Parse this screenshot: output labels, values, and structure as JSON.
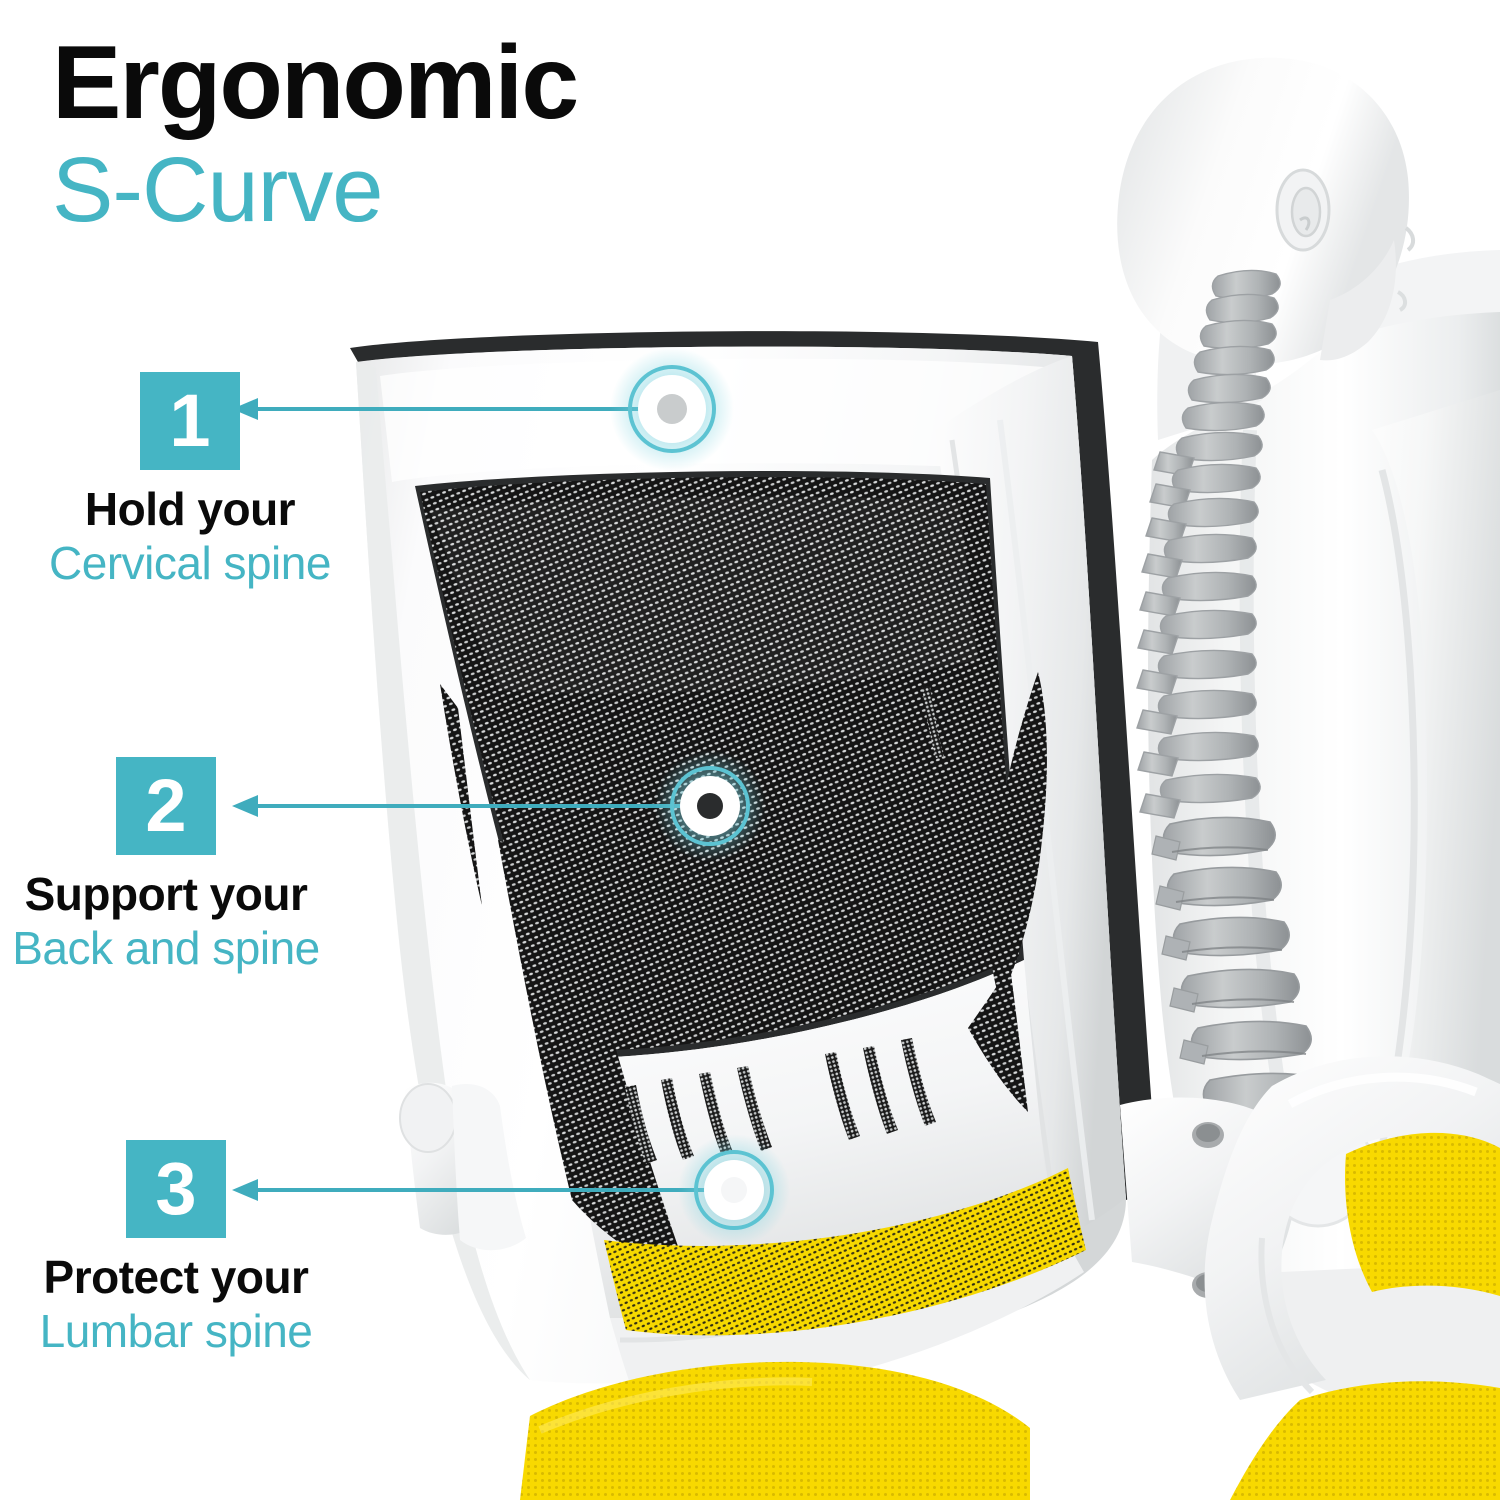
{
  "headline": {
    "line1": "Ergonomic",
    "line2": "S-Curve"
  },
  "colors": {
    "accent_teal": "#45b5c4",
    "text_dark": "#0a0a0a",
    "chair_white": "#f2f2f2",
    "mesh_black": "#1a1a1a",
    "seat_yellow": "#f5d400",
    "glow_cyan": "#7fd4e0",
    "spine_grey": "#b9bcbe"
  },
  "callouts": [
    {
      "number": "1",
      "line1": "Hold your",
      "line2": "Cervical spine",
      "target": "headrest-marker"
    },
    {
      "number": "2",
      "line1": "Support your",
      "line2": "Back and spine",
      "target": "backrest-marker"
    },
    {
      "number": "3",
      "line1": "Protect your",
      "line2": "Lumbar spine",
      "target": "lumbar-marker"
    }
  ],
  "product": {
    "name": "ergonomic-mesh-office-chair",
    "backrest_material": "black-mesh",
    "seat_material": "yellow-mesh",
    "frame_color": "white"
  },
  "anatomy": {
    "figure": "human-mannequin-rear-view",
    "highlight": "spine-column"
  }
}
